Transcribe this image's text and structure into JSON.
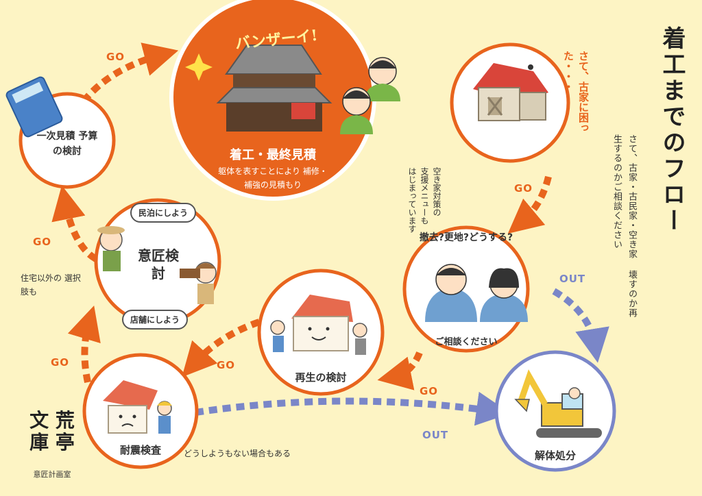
{
  "title": "着工までのフロー",
  "subtitle": "さて、古家・古民家・空き家 壊すのか再生するのかご相談ください",
  "brand": {
    "name_line1": "文 荒",
    "name_line2": "庫 亭",
    "tagline": "意匠計画室"
  },
  "colors": {
    "orange": "#e8641d",
    "blue": "#7a86c8",
    "background": "#fdf4c4",
    "circle_border": "#e8641d"
  },
  "nodes": {
    "start": {
      "label": "さて、古家に困った・・・"
    },
    "consult": {
      "label_top": "撤去?更地?どうする?",
      "label_bottom": "ご相談ください"
    },
    "demolition": {
      "label": "解体処分"
    },
    "regen": {
      "label": "再生の検討"
    },
    "quake": {
      "label": "耐震検査"
    },
    "design": {
      "label": "意匠検討",
      "bubble1": "民泊にしよう",
      "bubble2": "店舗にしよう"
    },
    "estimate": {
      "label": "一次見積 予算の検討"
    },
    "final": {
      "banzai": "バンザーイ!",
      "label": "着工・最終見積",
      "sub": "躯体を表すことにより 補修・補強の見積もり"
    }
  },
  "notes": {
    "vacant": "空き家対策の 支援メニューも はじまっています",
    "other_use": "住宅以外の 選択肢も",
    "hopeless": "どうしようもない場合もある"
  },
  "arrow_labels": {
    "go": "GO",
    "out": "OUT"
  }
}
